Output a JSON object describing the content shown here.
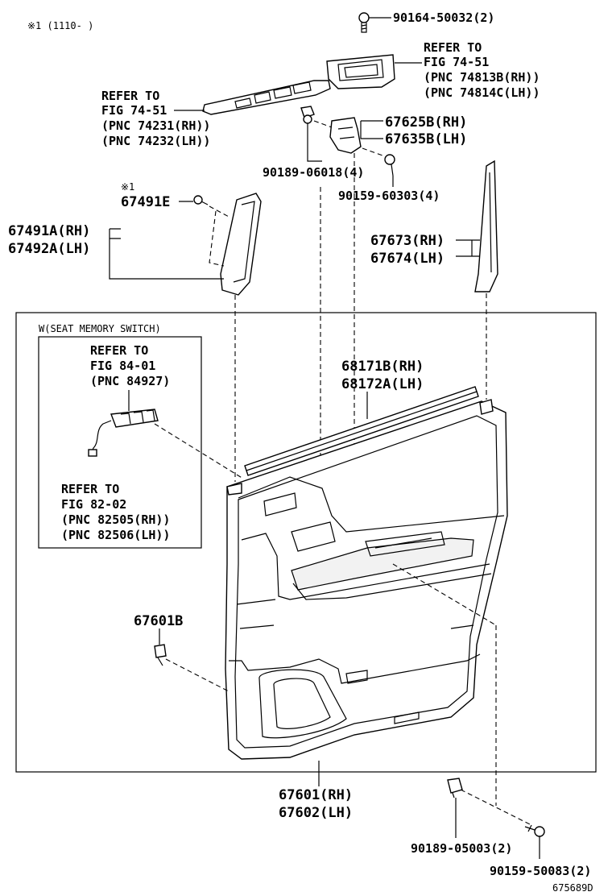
{
  "note_top": "※1 (1110-        )",
  "callouts": {
    "bolt_top": "90164-50032(2)",
    "refer_rh": [
      "REFER TO",
      "FIG 74-51",
      "(PNC 74813B(RH))",
      "(PNC 74814C(LH))"
    ],
    "refer_left": [
      "REFER TO",
      "FIG 74-51",
      "(PNC 74231(RH))",
      "(PNC 74232(LH))"
    ],
    "bracket_rh": "67625B(RH)",
    "bracket_lh": "67635B(LH)",
    "clip_a": "90189-06018(4)",
    "screw_a": "90159-60303(4)",
    "note_mark": "※1",
    "clip_e": "67491E",
    "garnish_rh": "67491A(RH)",
    "garnish_lh": "67492A(LH)",
    "trim_rh": "67673(RH)",
    "trim_lh": "67674(LH)",
    "weather_rh": "68171B(RH)",
    "weather_lh": "68172A(LH)",
    "clip_b": "67601B",
    "panel_rh": "67601(RH)",
    "panel_lh": "67602(LH)",
    "clip_c": "90189-05003(2)",
    "screw_c": "90159-50083(2)",
    "diagram_id": "675689D"
  },
  "inset": {
    "title": "W(SEAT MEMORY SWITCH)",
    "refer_a": [
      "REFER TO",
      "FIG 84-01",
      "(PNC 84927)"
    ],
    "refer_b": [
      "REFER TO",
      "FIG 82-02",
      "(PNC 82505(RH))",
      "(PNC 82506(LH))"
    ]
  }
}
